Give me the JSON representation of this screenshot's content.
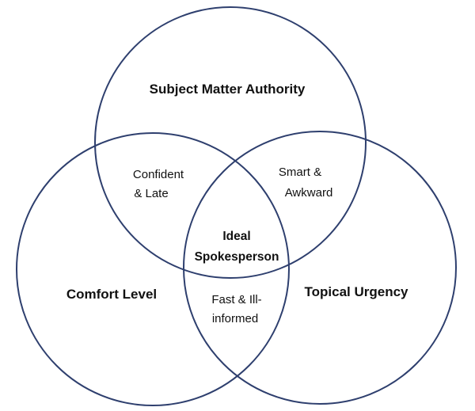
{
  "diagram": {
    "colors": {
      "circle_stroke": "#2e3f6e",
      "text": "#111111",
      "background": "#ffffff"
    },
    "sets": {
      "top": "Subject Matter Authority",
      "left": "Comfort Level",
      "right": "Topical Urgency"
    },
    "overlaps": {
      "top_left": [
        "Confident",
        "& Late"
      ],
      "top_right": [
        "Smart &",
        "Awkward"
      ],
      "left_right": [
        "Fast & Ill-",
        "informed"
      ]
    },
    "center": [
      "Ideal",
      "Spokesperson"
    ]
  }
}
